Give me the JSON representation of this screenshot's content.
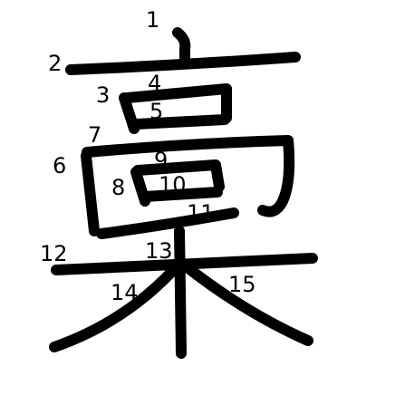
{
  "character": "稾",
  "stroke_numbers": [
    "1",
    "2",
    "3",
    "4",
    "5",
    "6",
    "7",
    "8",
    "9",
    "10",
    "11",
    "12",
    "13",
    "14",
    "15"
  ]
}
